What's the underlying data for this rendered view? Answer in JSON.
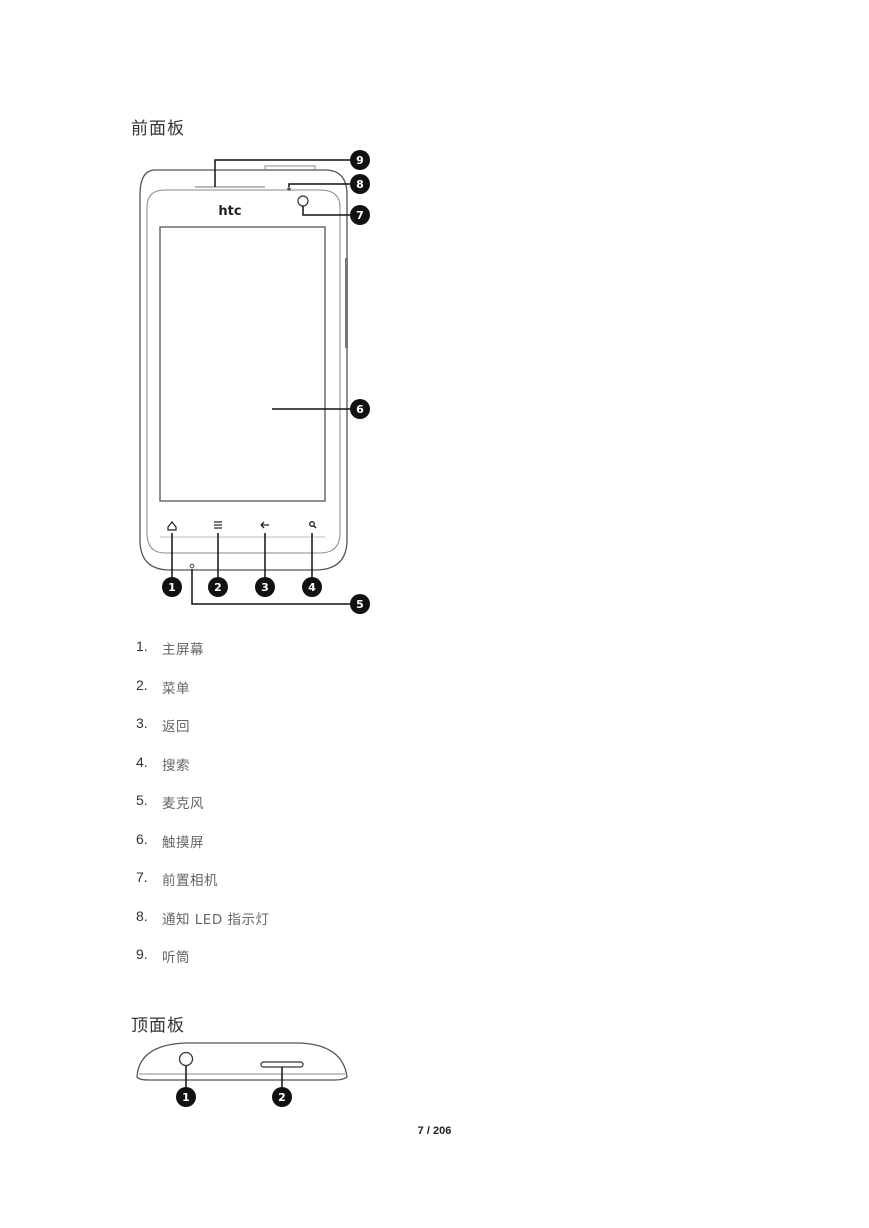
{
  "sections": {
    "front": {
      "heading": "前面板"
    },
    "top": {
      "heading": "顶面板"
    }
  },
  "front_figure": {
    "logo": "htc",
    "callouts": [
      "1",
      "2",
      "3",
      "4",
      "5",
      "6",
      "7",
      "8",
      "9"
    ]
  },
  "top_figure": {
    "callouts": [
      "1",
      "2"
    ]
  },
  "parts": [
    {
      "num": "1.",
      "label": "主屏幕"
    },
    {
      "num": "2.",
      "label": "菜单"
    },
    {
      "num": "3.",
      "label": "返回"
    },
    {
      "num": "4.",
      "label": "搜索"
    },
    {
      "num": "5.",
      "label": "麦克风"
    },
    {
      "num": "6.",
      "label": "触摸屏"
    },
    {
      "num": "7.",
      "label": "前置相机"
    },
    {
      "num": "8.",
      "label": "通知 LED 指示灯"
    },
    {
      "num": "9.",
      "label": "听筒"
    }
  ],
  "page": {
    "number": "7 / 206"
  }
}
